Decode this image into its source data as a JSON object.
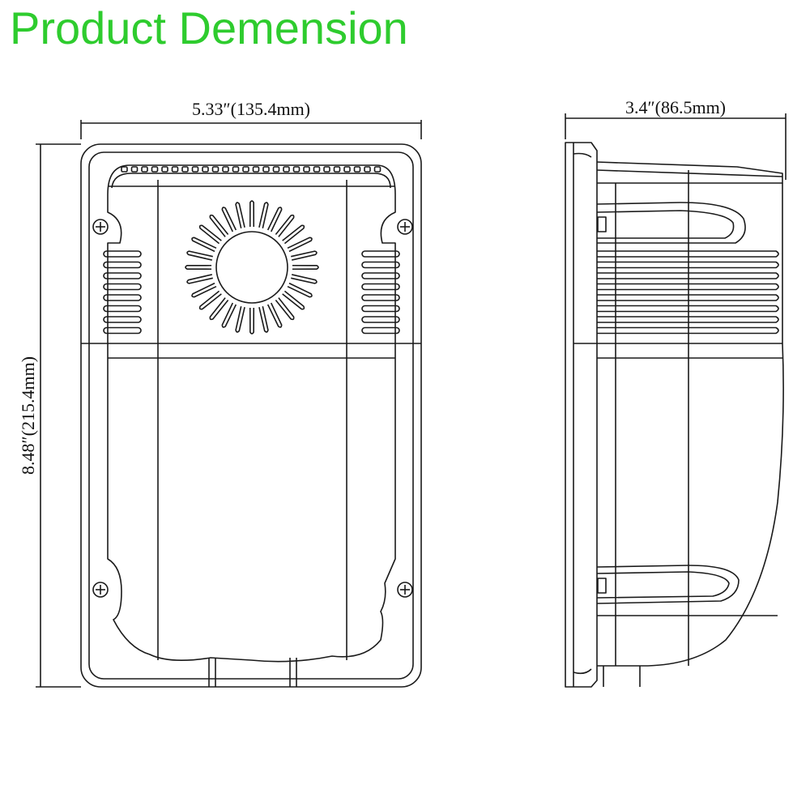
{
  "title": "Product Demension",
  "colors": {
    "title": "#2ecc2e",
    "line": "#1a1a1a"
  },
  "dimensions": {
    "front_width": "5.33″(135.4mm)",
    "front_height": "8.48″(215.4mm)",
    "side_depth": "3.4″(86.5mm)"
  }
}
